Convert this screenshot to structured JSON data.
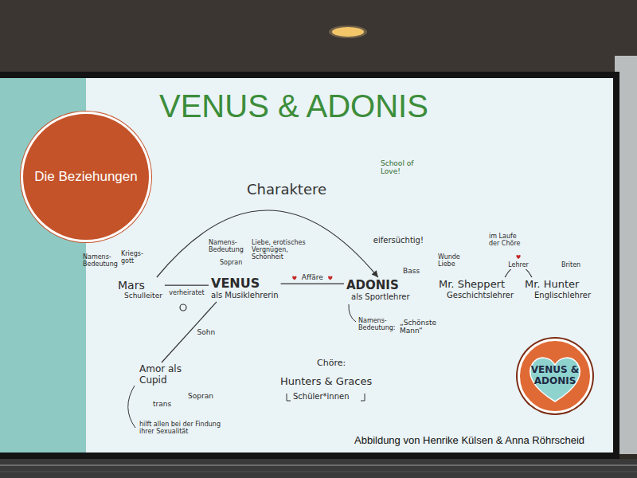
{
  "diagram": {
    "title": "VENUS & ADONIS",
    "caption": "Abbildung von Henrike Külsen & Anna Röhrscheid",
    "nodes": [
      {
        "text": [
          "Die Beziehungen"
        ]
      },
      {
        "text": [
          "Mars",
          "Schulleiter"
        ]
      },
      {
        "text": [
          "VENUS",
          "als Musiklehrerin"
        ]
      },
      {
        "text": [
          "ADONIS",
          "als Sportlehrer"
        ]
      },
      {
        "text": [
          "Mr. Sheppert",
          "Geschichtslehrer"
        ]
      },
      {
        "text": [
          "Mr. Hunter",
          "Englischlehrer"
        ]
      },
      {
        "text": [
          "Amor als Cupid"
        ]
      },
      {
        "text": [
          "VENUS & ADONIS"
        ]
      }
    ],
    "edges": [
      {
        "from": 1,
        "to": 3,
        "label": "eifersüchtig!",
        "arrow": "to"
      },
      {
        "from": 2,
        "to": 3,
        "label": "Affäre",
        "arrow": "none"
      },
      {
        "from": 1,
        "to": 2,
        "label": "verheiratet",
        "arrow": "none"
      },
      {
        "from": 2,
        "to": 6,
        "label": "Sohn",
        "arrow": "none"
      },
      {
        "from": 4,
        "to": 5,
        "label": "Lehrer",
        "arrow": "none"
      }
    ],
    "labels": [
      "School of Love!",
      "Charaktere",
      "Namens-Bedeutung",
      "Kriegs-gott",
      "Namens-Bedeutung",
      "Sopran",
      "Liebe, erotisches Vergnügen, Schönheit",
      "Bass",
      "Namens-Bedeutung:",
      "„Schönste Mann“",
      "Wunde Liebe",
      "im Laufe der Chöre",
      "Briten",
      "trans",
      "Sopran",
      "hilft allen bei der Findung ihrer Sexualität",
      "Chöre:",
      "Hunters & Graces",
      "Schüler*innen"
    ]
  }
}
